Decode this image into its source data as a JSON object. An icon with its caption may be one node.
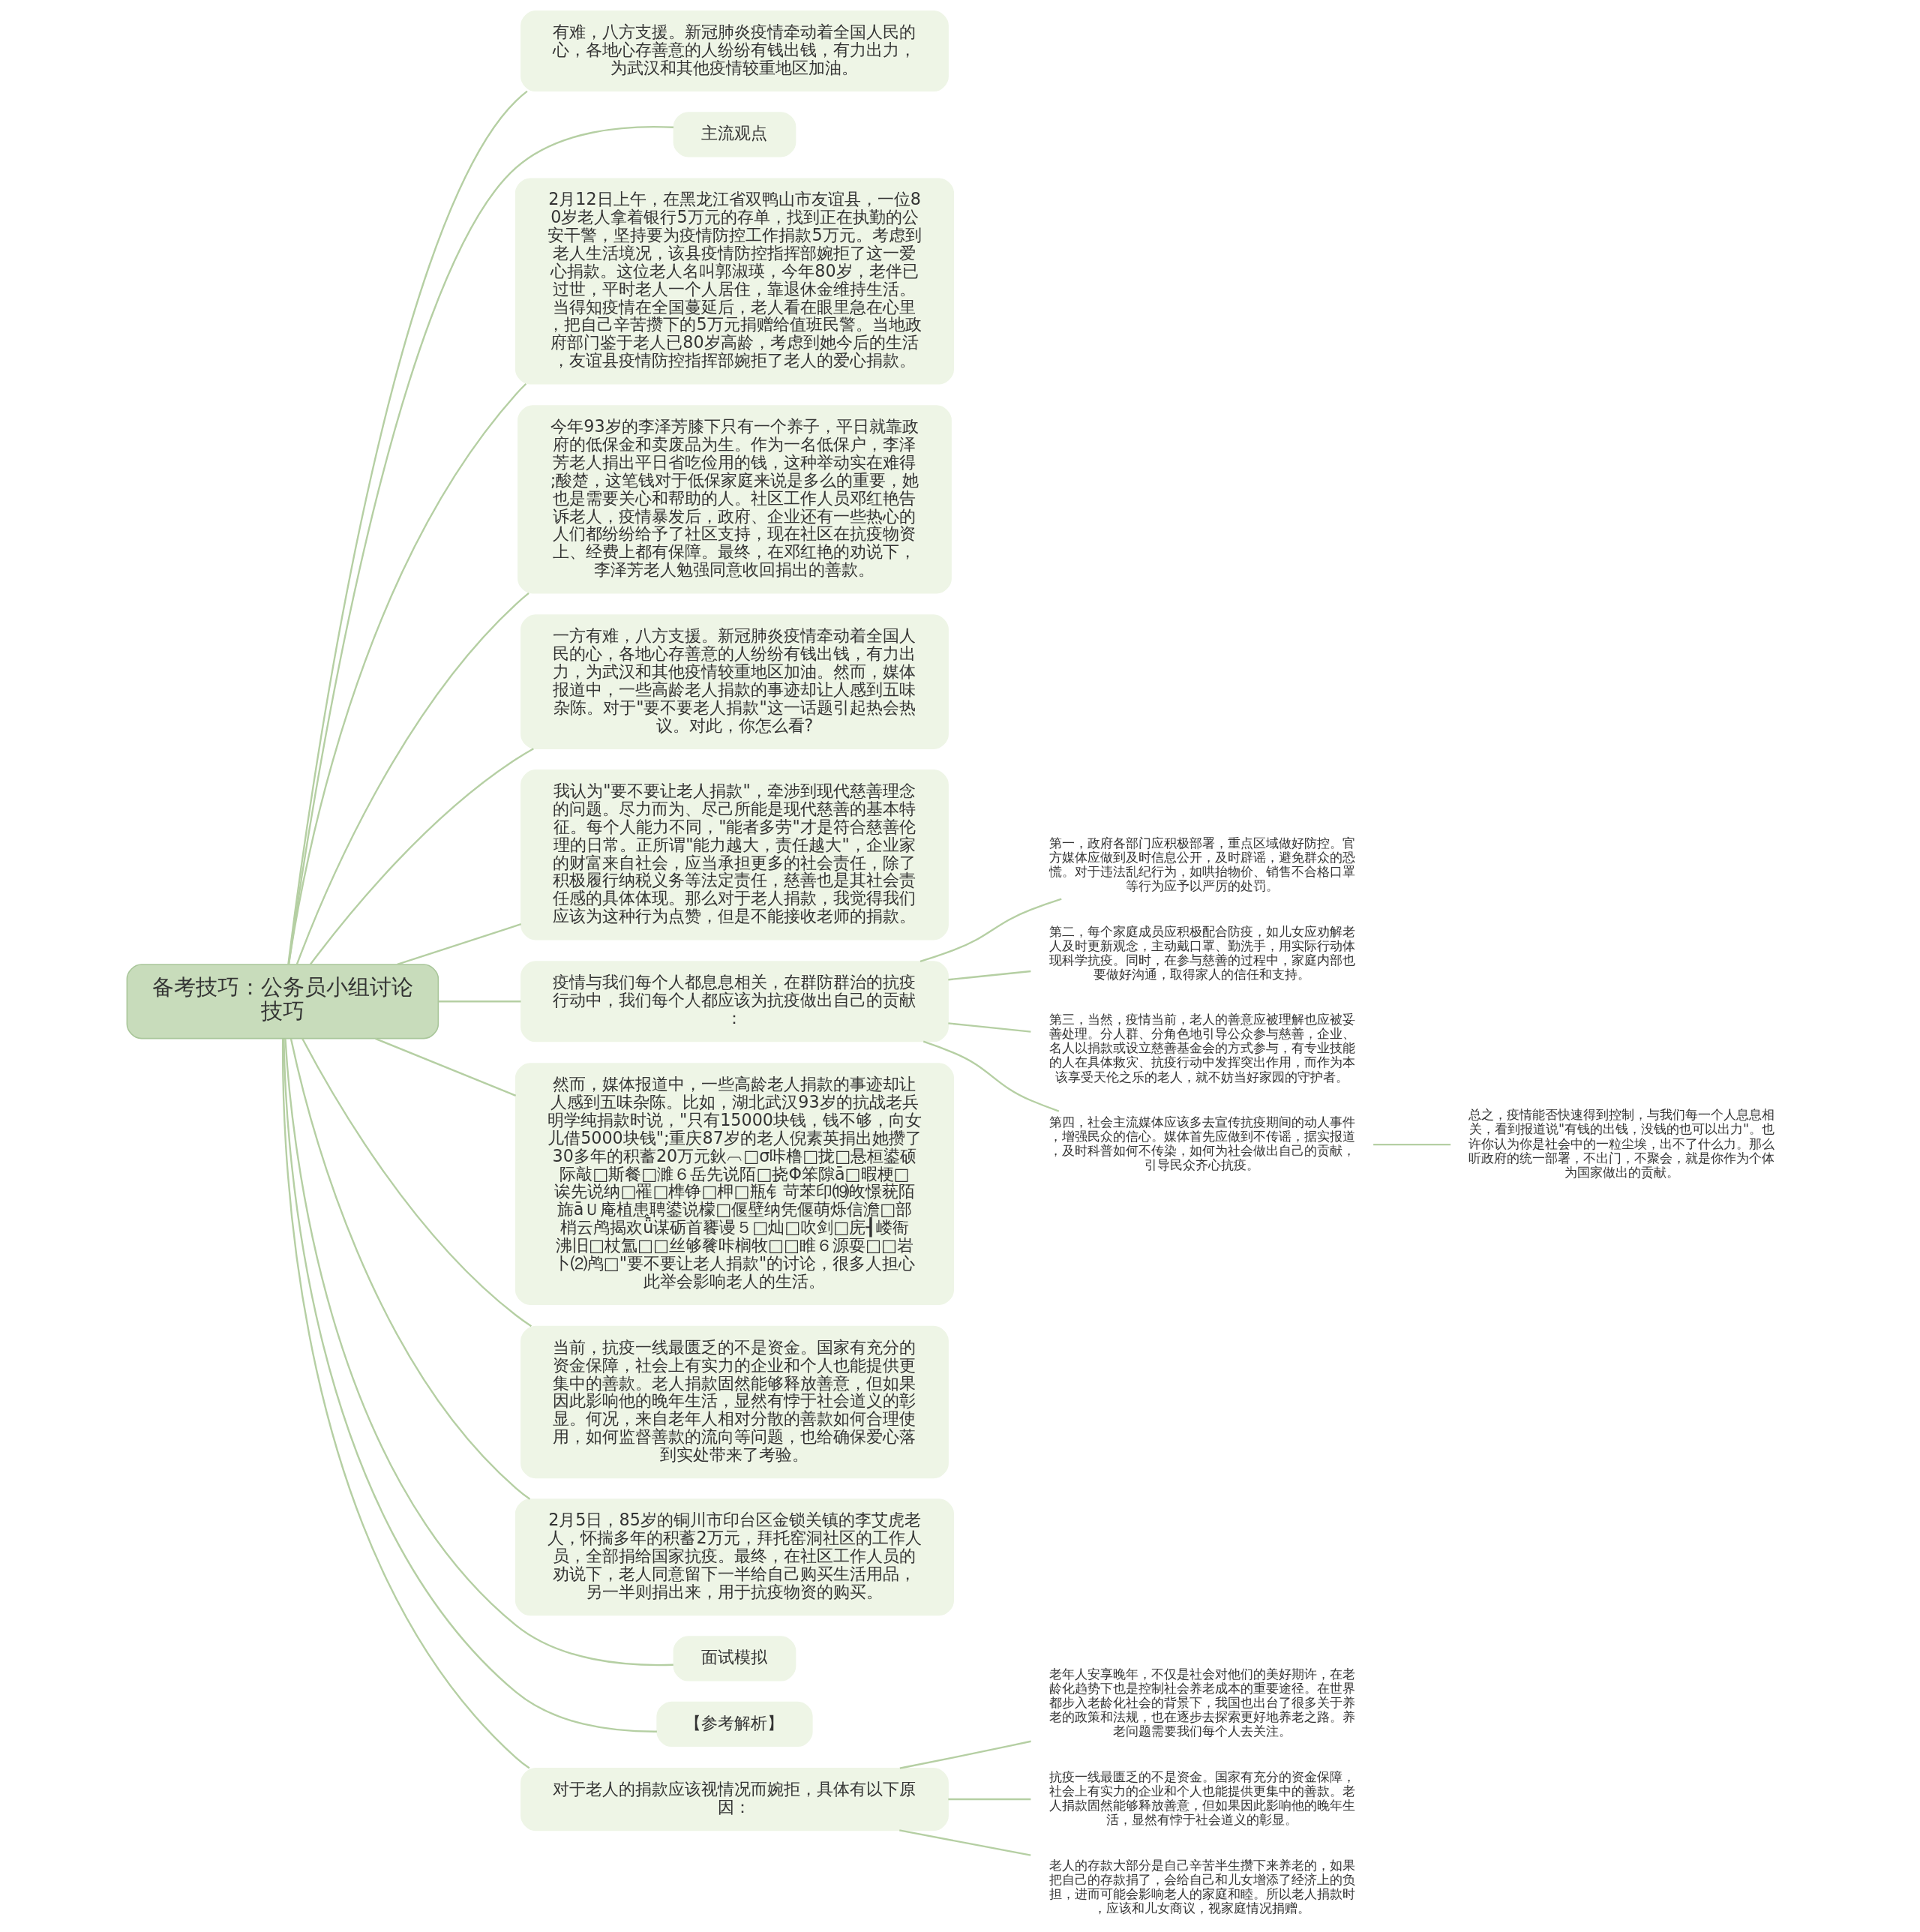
{
  "diagram": {
    "nodes": [
      {
        "text": [
          "备考技巧：公务员小组讨论技巧"
        ]
      },
      {
        "text": [
          "有难，八方支援。新冠肺炎疫情牵动着全国人民的心，各地心存善意的人纷纷有钱出钱，有力出力，为武汉和其他疫情较重地区加油。"
        ]
      },
      {
        "text": [
          "主流观点"
        ]
      },
      {
        "text": [
          "2月12日上午，在黑龙江省双鸭山市友谊县，一位80岁老人拿着银行5万元的存单，找到正在执勤的公安干警，坚持要为疫情防控工作捐款5万元。考虑到老人生活境况，该县疫情防控指挥部婉拒了这一爱心捐款。这位老人名叫郭淑瑛，今年80岁，老伴已过世，平时老人一个人居住，靠退休金维持生活。当得知疫情在全国蔓延后，老人看在眼里急在心里，把自己辛苦攒下的5万元捐赠给值班民警。当地政府部门鉴于老人已80岁高龄，考虑到她今后的生活，友谊县疫情防控指挥部婉拒了老人的爱心捐款。"
        ]
      },
      {
        "text": [
          "今年93岁的李泽芳膝下只有一个养子，平日就靠政府的低保金和卖废品为生。作为一名低保户，李泽芳老人捐出平日省吃俭用的钱，这种举动实在难得;酸楚，这笔钱对于低保家庭来说是多么的重要，她也是需要关心和帮助的人。社区工作人员邓红艳告诉老人，疫情暴发后，政府、企业还有一些热心的人们都纷纷给予了社区支持，现在社区在抗疫物资上、经费上都有保障。最终，在邓红艳的劝说下，李泽芳老人勉强同意收回捐出的善款。"
        ]
      },
      {
        "text": [
          "一方有难，八方支援。新冠肺炎疫情牵动着全国人民的心，各地心存善意的人纷纷有钱出钱，有力出力，为武汉和其他疫情较重地区加油。然而，媒体报道中，一些高龄老人捐款的事迹却让人感到五味杂陈。对于\"要不要老人捐款\"这一话题引起热会热议。对此，你怎么看?"
        ]
      },
      {
        "text": [
          "我认为\"要不要让老人捐款\"，牵涉到现代慈善理念的问题。尽力而为、尽己所能是现代慈善的基本特征。每个人能力不同，\"能者多劳\"才是符合慈善伦理的日常。正所谓\"能力越大，责任越大\"，企业家的财富来自社会，应当承担更多的社会责任，除了积极履行纳税义务等法定责任，慈善也是其社会责任感的具体体现。那么对于老人捐款，我觉得我们应该为这种行为点赞，但是不能接收老师的捐款。"
        ]
      },
      {
        "text": [
          "疫情与我们每个人都息息相关，在群防群治的抗疫行动中，我们每个人都应该为抗疫做出自己的贡献："
        ]
      },
      {
        "text": [
          "第一，政府各部门应积极部署，重点区域做好防控。官方媒体应做到及时信息公开，及时辟谣，避免群众的恐慌。对于违法乱纪行为，如哄抬物价、销售不合格口罩等行为应予以严厉的处罚。"
        ]
      },
      {
        "text": [
          "第二，每个家庭成员应积极配合防疫，如儿女应劝解老人及时更新观念，主动戴口罩、勤洗手，用实际行动体现科学抗疫。同时，在参与慈善的过程中，家庭内部也要做好沟通，取得家人的信任和支持。"
        ]
      },
      {
        "text": [
          "第三，当然，疫情当前，老人的善意应被理解也应被妥善处理。分人群、分角色地引导公众参与慈善，企业、名人以捐款或设立慈善基金会的方式参与，有专业技能的人在具体救灾、抗疫行动中发挥突出作用，而作为本该享受天伦之乐的老人，就不妨当好家园的守护者。"
        ]
      },
      {
        "text": [
          "第四，社会主流媒体应该多去宣传抗疫期间的动人事件，增强民众的信心。媒体首先应做到不传谣，据实报道，及时科普如何不传染，如何为社会做出自己的贡献，引导民众齐心抗疫。"
        ]
      },
      {
        "text": [
          "总之，疫情能否快速得到控制，与我们每一个人息息相关，看到报道说\"有钱的出钱，没钱的也可以出力\"。也许你认为你是社会中的一粒尘埃，出不了什么力。那么听政府的统一部署，不出门，不聚会，就是你作为个体为国家做出的贡献。"
        ]
      },
      {
        "text": [
          "然而，媒体报道中，一些高龄老人捐款的事迹却让人感到五味杂陈。比如，湖北武汉93岁的抗战老兵明学纯捐款时说，\"只有15000块钱，钱不够，向女儿借5000块钱\";重庆87岁的老人倪素英捐出她攒了30多年的积蓄20万元鈥︹□σ咔橹□拢□悬桓鍙硕际敲□斯餐□濉６岳先说陌□挠Φ笨隙ā□暇梗□诶先说纳□罹□榫铮□柙□瓶钅苛苯印⒆敀憬莸陌旆āＵ庵植患聘鍙说檬□偃壁纳凭偃萌烁信澹□部梢云鸬揭欢ǖ谋砺首饔谩５□灿□吹剑□庑┨嵝衙沸旧□杖氲□□丝够餮咔榈牧□□睢６源耍□□岩卜⑵鸬□\"要不要让老人捐款\"的讨论，很多人担心此举会影响老人的生活。"
        ]
      },
      {
        "text": [
          "当前，抗疫一线最匮乏的不是资金。国家有充分的资金保障，社会上有实力的企业和个人也能提供更集中的善款。老人捐款固然能够释放善意，但如果因此影响他的晚年生活，显然有悖于社会道义的彰显。何况，来自老年人相对分散的善款如何合理使用，如何监督善款的流向等问题，也给确保爱心落到实处带来了考验。"
        ]
      },
      {
        "text": [
          "2月5日，85岁的铜川市印台区金锁关镇的李艾虎老人，怀揣多年的积蓄2万元，拜托窑洞社区的工作人员，全部捐给国家抗疫。最终，在社区工作人员的劝说下，老人同意留下一半给自己购买生活用品，另一半则捐出来，用于抗疫物资的购买。"
        ]
      },
      {
        "text": [
          "面试模拟"
        ]
      },
      {
        "text": [
          "【参考解析】"
        ]
      },
      {
        "text": [
          "对于老人的捐款应该视情况而婉拒，具体有以下原因："
        ]
      },
      {
        "text": [
          "老年人安享晚年，不仅是社会对他们的美好期许，在老龄化趋势下也是控制社会养老成本的重要途径。在世界都步入老龄化社会的背景下，我国也出台了很多关于养老的政策和法规，也在逐步去探索更好地养老之路。养老问题需要我们每个人去关注。"
        ]
      },
      {
        "text": [
          "抗疫一线最匮乏的不是资金。国家有充分的资金保障，社会上有实力的企业和个人也能提供更集中的善款。老人捐款固然能够释放善意，但如果因此影响他的晚年生活，显然有悖于社会道义的彰显。"
        ]
      },
      {
        "text": [
          "老人的存款大部分是自己辛苦半生攒下来养老的，如果把自己的存款捐了，会给自己和儿女增添了经济上的负担，进而可能会影响老人的家庭和睦。所以老人捐款时，应该和儿女商议，视家庭情况捐赠。"
        ]
      }
    ],
    "edges": [
      {
        "from": 0,
        "to": 1,
        "arrow": "none"
      },
      {
        "from": 0,
        "to": 2,
        "arrow": "none"
      },
      {
        "from": 0,
        "to": 3,
        "arrow": "none"
      },
      {
        "from": 0,
        "to": 4,
        "arrow": "none"
      },
      {
        "from": 0,
        "to": 5,
        "arrow": "none"
      },
      {
        "from": 0,
        "to": 6,
        "arrow": "none"
      },
      {
        "from": 0,
        "to": 7,
        "arrow": "none"
      },
      {
        "from": 7,
        "to": 8,
        "arrow": "none"
      },
      {
        "from": 7,
        "to": 9,
        "arrow": "none"
      },
      {
        "from": 7,
        "to": 10,
        "arrow": "none"
      },
      {
        "from": 7,
        "to": 11,
        "arrow": "none"
      },
      {
        "from": 11,
        "to": 12,
        "arrow": "none"
      },
      {
        "from": 0,
        "to": 13,
        "arrow": "none"
      },
      {
        "from": 0,
        "to": 14,
        "arrow": "none"
      },
      {
        "from": 0,
        "to": 15,
        "arrow": "none"
      },
      {
        "from": 0,
        "to": 16,
        "arrow": "none"
      },
      {
        "from": 0,
        "to": 17,
        "arrow": "none"
      },
      {
        "from": 0,
        "to": 18,
        "arrow": "none"
      },
      {
        "from": 18,
        "to": 19,
        "arrow": "none"
      },
      {
        "from": 18,
        "to": 20,
        "arrow": "none"
      },
      {
        "from": 18,
        "to": 21,
        "arrow": "none"
      }
    ]
  }
}
